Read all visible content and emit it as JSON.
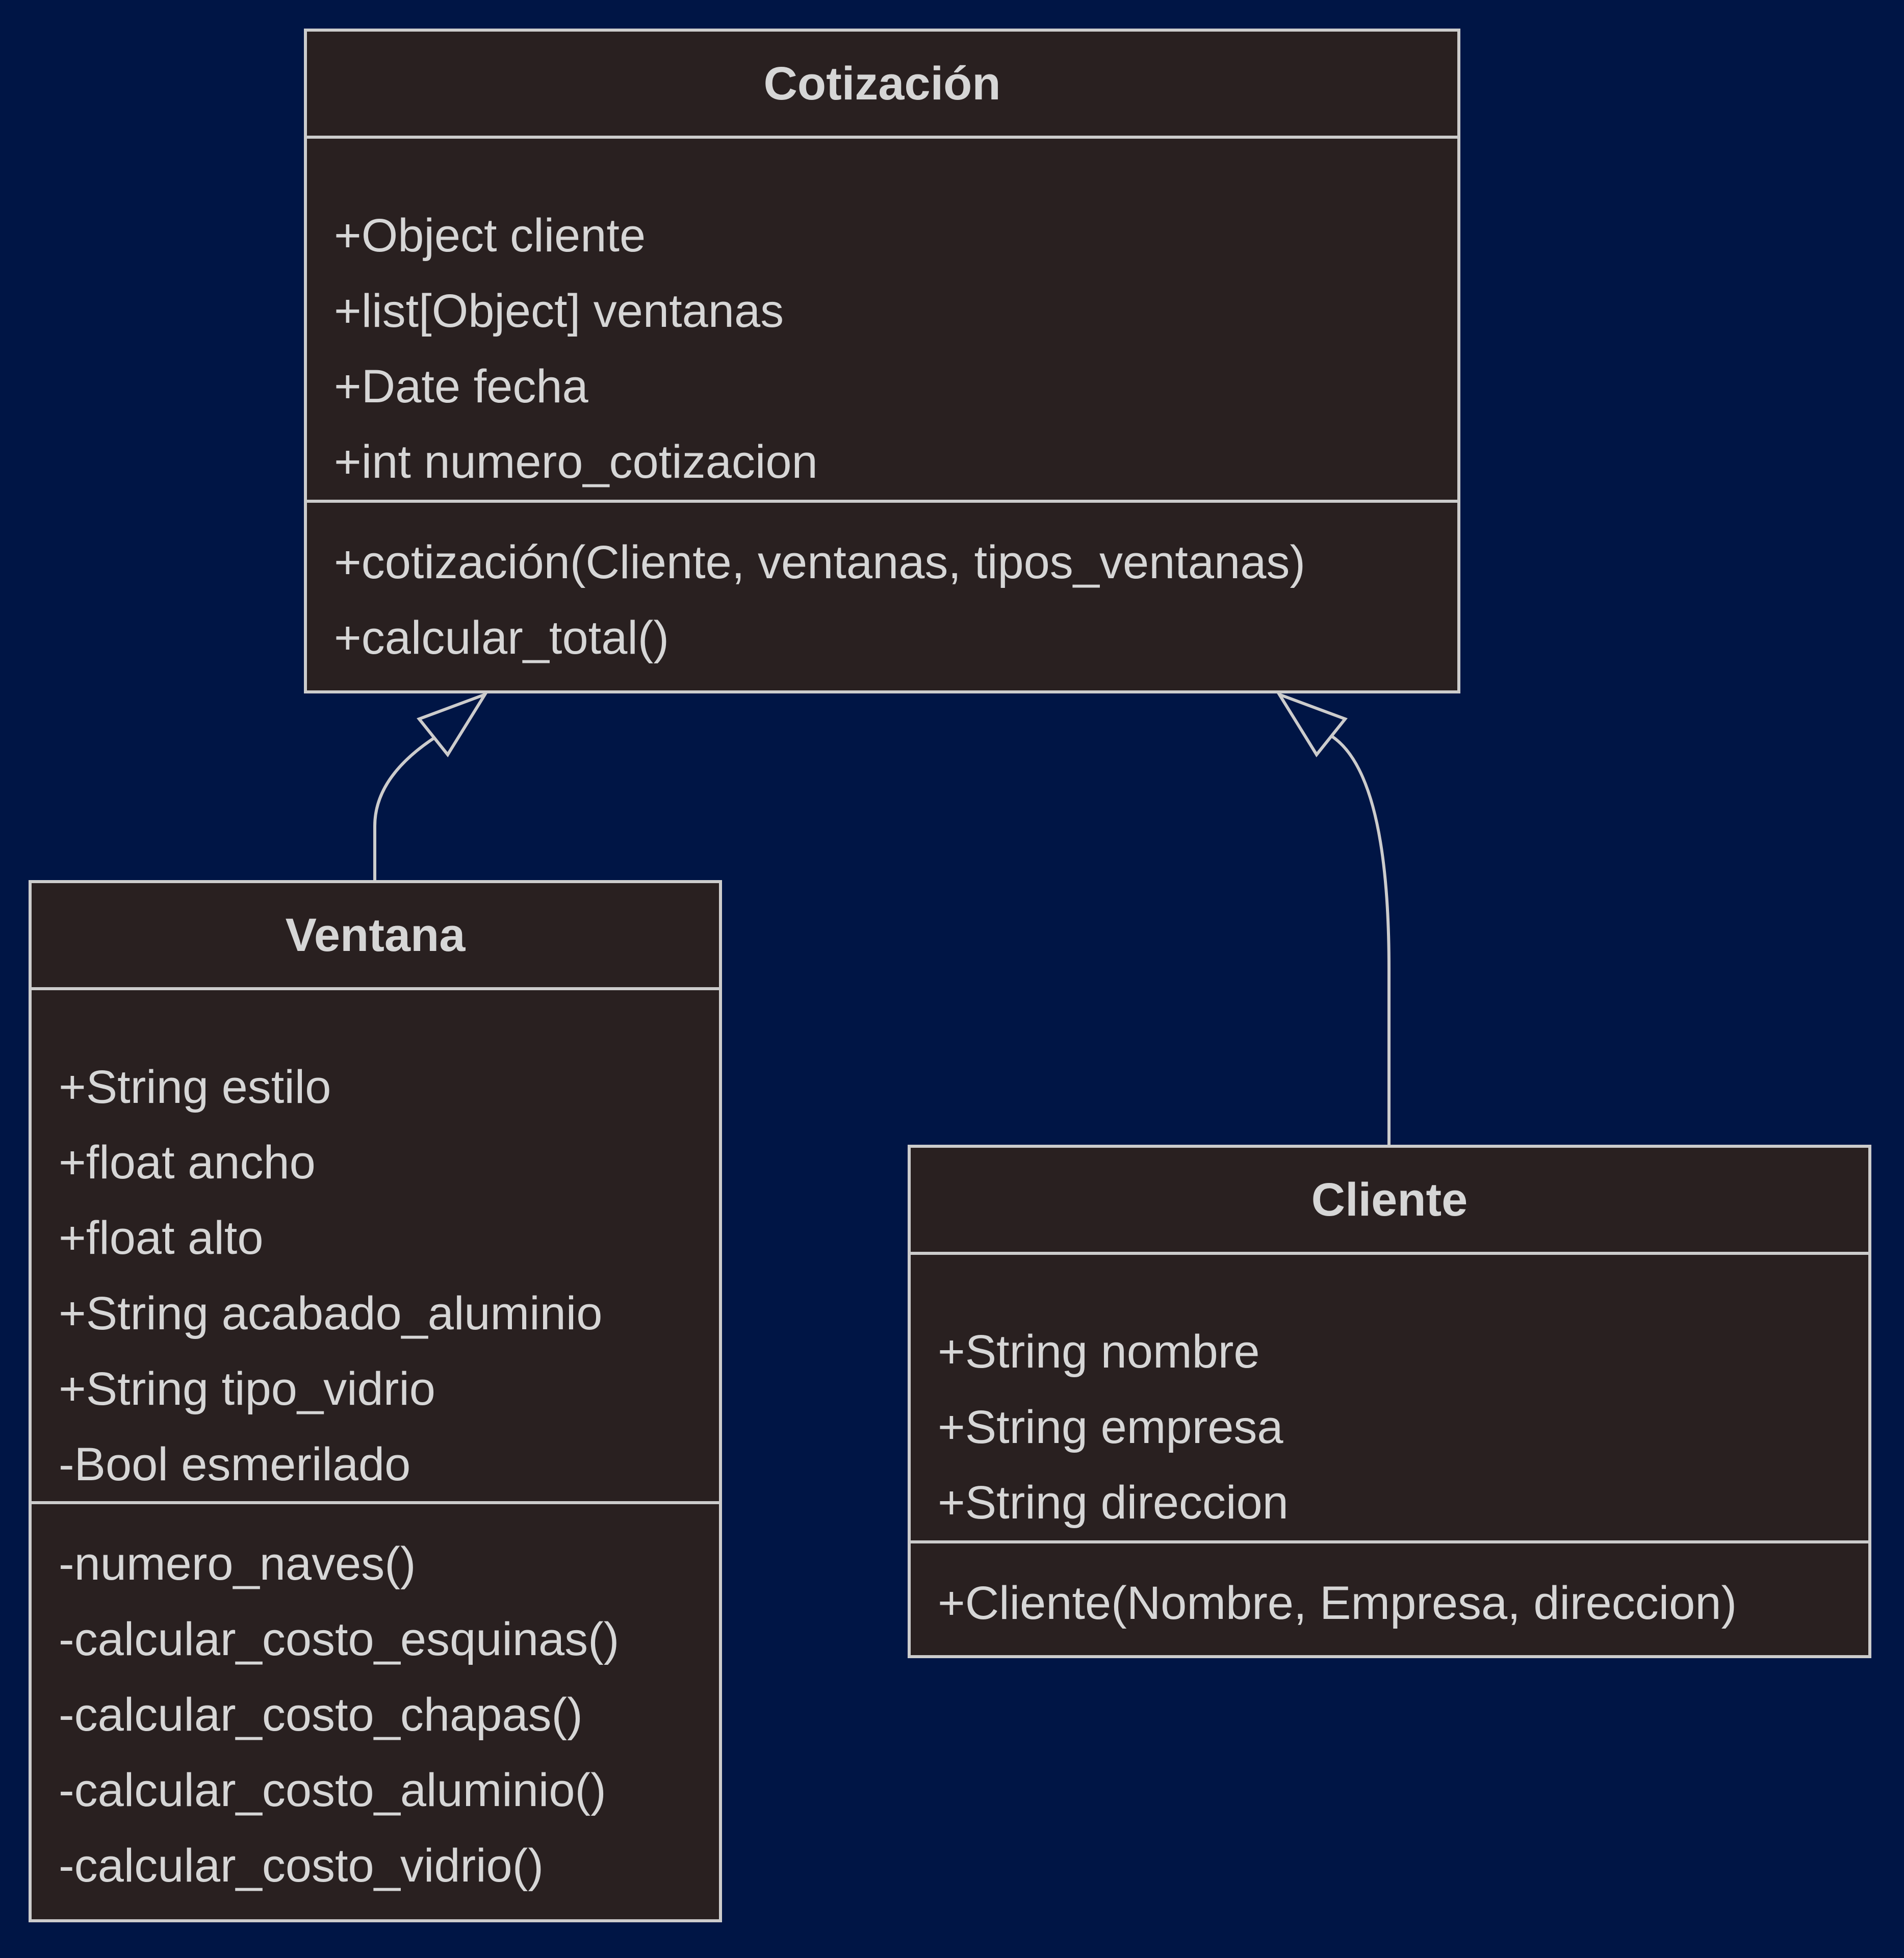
{
  "colors": {
    "background": "#001545",
    "box_fill": "#292020",
    "stroke": "#cccccc",
    "text": "#d6d6d6"
  },
  "classes": {
    "cotizacion": {
      "name": "Cotización",
      "attributes": [
        "+Object cliente",
        "+list[Object] ventanas",
        "+Date fecha",
        "+int numero_cotizacion"
      ],
      "methods": [
        "+cotización(Cliente, ventanas, tipos_ventanas)",
        "+calcular_total()"
      ]
    },
    "ventana": {
      "name": "Ventana",
      "attributes": [
        "+String estilo",
        "+float ancho",
        "+float alto",
        "+String acabado_aluminio",
        "+String tipo_vidrio",
        "-Bool esmerilado"
      ],
      "methods": [
        "-numero_naves()",
        "-calcular_costo_esquinas()",
        "-calcular_costo_chapas()",
        "-calcular_costo_aluminio()",
        "-calcular_costo_vidrio()"
      ]
    },
    "cliente": {
      "name": "Cliente",
      "attributes": [
        "+String nombre",
        "+String empresa",
        "+String direccion"
      ],
      "methods": [
        "+Cliente(Nombre, Empresa, direccion)"
      ]
    }
  },
  "relationships": [
    {
      "from": "Ventana",
      "to": "Cotización",
      "type": "inheritance"
    },
    {
      "from": "Cliente",
      "to": "Cotización",
      "type": "inheritance"
    }
  ]
}
